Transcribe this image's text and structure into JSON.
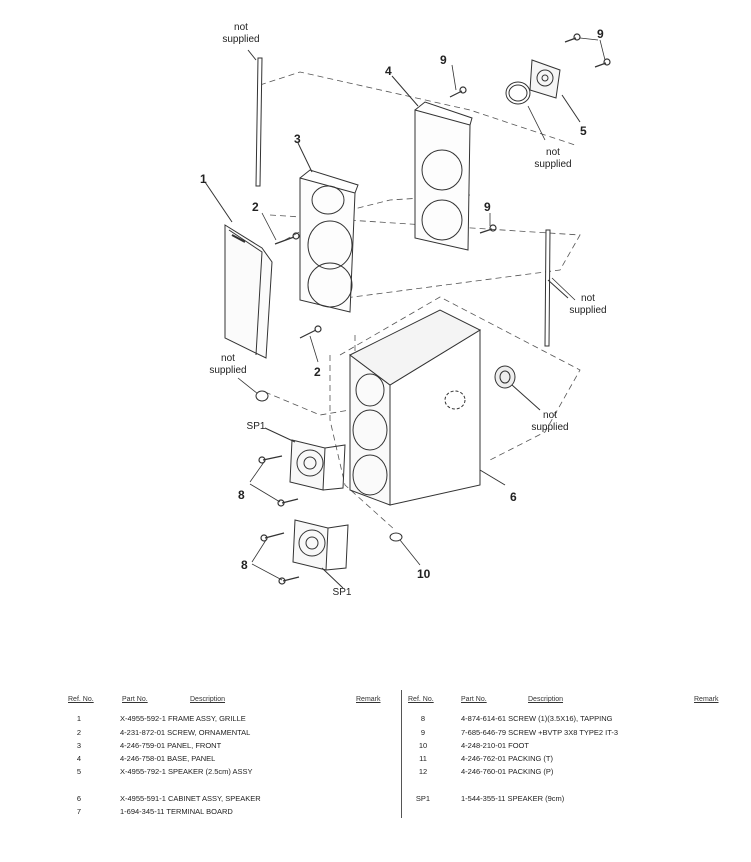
{
  "callouts": {
    "not_supplied": "not supplied",
    "n1": "1",
    "n2": "2",
    "n3": "3",
    "n4": "4",
    "n5": "5",
    "n6": "6",
    "n8": "8",
    "n9": "9",
    "n10": "10",
    "sp1": "SP1"
  },
  "parts_table": {
    "headers": {
      "ref": "Ref. No.",
      "part": "Part No.",
      "desc": "Description",
      "remark": "Remark"
    },
    "left_rows": [
      {
        "ref": "1",
        "desc": "X-4955-592-1 FRAME ASSY, GRILLE"
      },
      {
        "ref": "2",
        "desc": "4-231-872-01 SCREW, ORNAMENTAL"
      },
      {
        "ref": "3",
        "desc": "4-246-759-01 PANEL, FRONT"
      },
      {
        "ref": "4",
        "desc": "4-246-758-01 BASE, PANEL"
      },
      {
        "ref": "5",
        "desc": "X-4955-792-1 SPEAKER (2.5cm) ASSY"
      },
      {
        "ref": "6",
        "desc": "X-4955-591-1 CABINET ASSY, SPEAKER"
      },
      {
        "ref": "7",
        "desc": "1-694-345-11 TERMINAL BOARD"
      }
    ],
    "right_rows": [
      {
        "ref": "8",
        "desc": "4-874-614-61 SCREW (1)(3.5X16), TAPPING"
      },
      {
        "ref": "9",
        "desc": "7-685-646-79 SCREW +BVTP 3X8 TYPE2 IT-3"
      },
      {
        "ref": "10",
        "desc": "4-248-210-01 FOOT"
      },
      {
        "ref": "11",
        "desc": "4-246-762-01 PACKING (T)"
      },
      {
        "ref": "12",
        "desc": "4-246-760-01 PACKING (P)"
      },
      {
        "ref": "SP1",
        "desc": "1-544-355-11 SPEAKER (9cm)"
      }
    ]
  }
}
